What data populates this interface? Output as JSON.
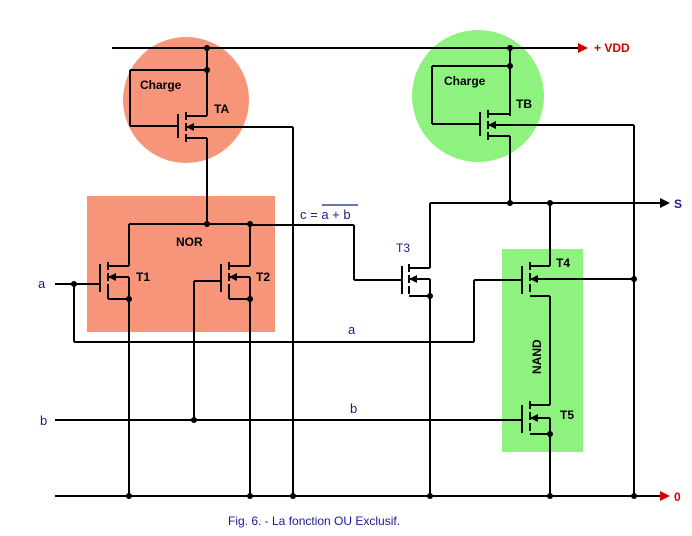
{
  "diagram": {
    "supply_label": "+ VDD",
    "ground_label": "0",
    "output_label": "S",
    "load_a_label": "Charge",
    "load_b_label": "Charge",
    "ta_label": "TA",
    "tb_label": "TB",
    "nor_label": "NOR",
    "nand_label": "NAND",
    "t1_label": "T1",
    "t2_label": "T2",
    "t3_label": "T3",
    "t4_label": "T4",
    "t5_label": "T5",
    "input_a_label": "a",
    "input_b_label": "b",
    "bus_a_label": "a",
    "bus_b_label": "b",
    "c_prefix": "c = ",
    "c_expr": "a + b",
    "caption": "Fig. 6. - La fonction OU Exclusif."
  },
  "colors": {
    "salmon": "#f6957a",
    "green": "#8ef27e",
    "supply_red": "#d40000",
    "label_blue": "#1a1a8c"
  }
}
